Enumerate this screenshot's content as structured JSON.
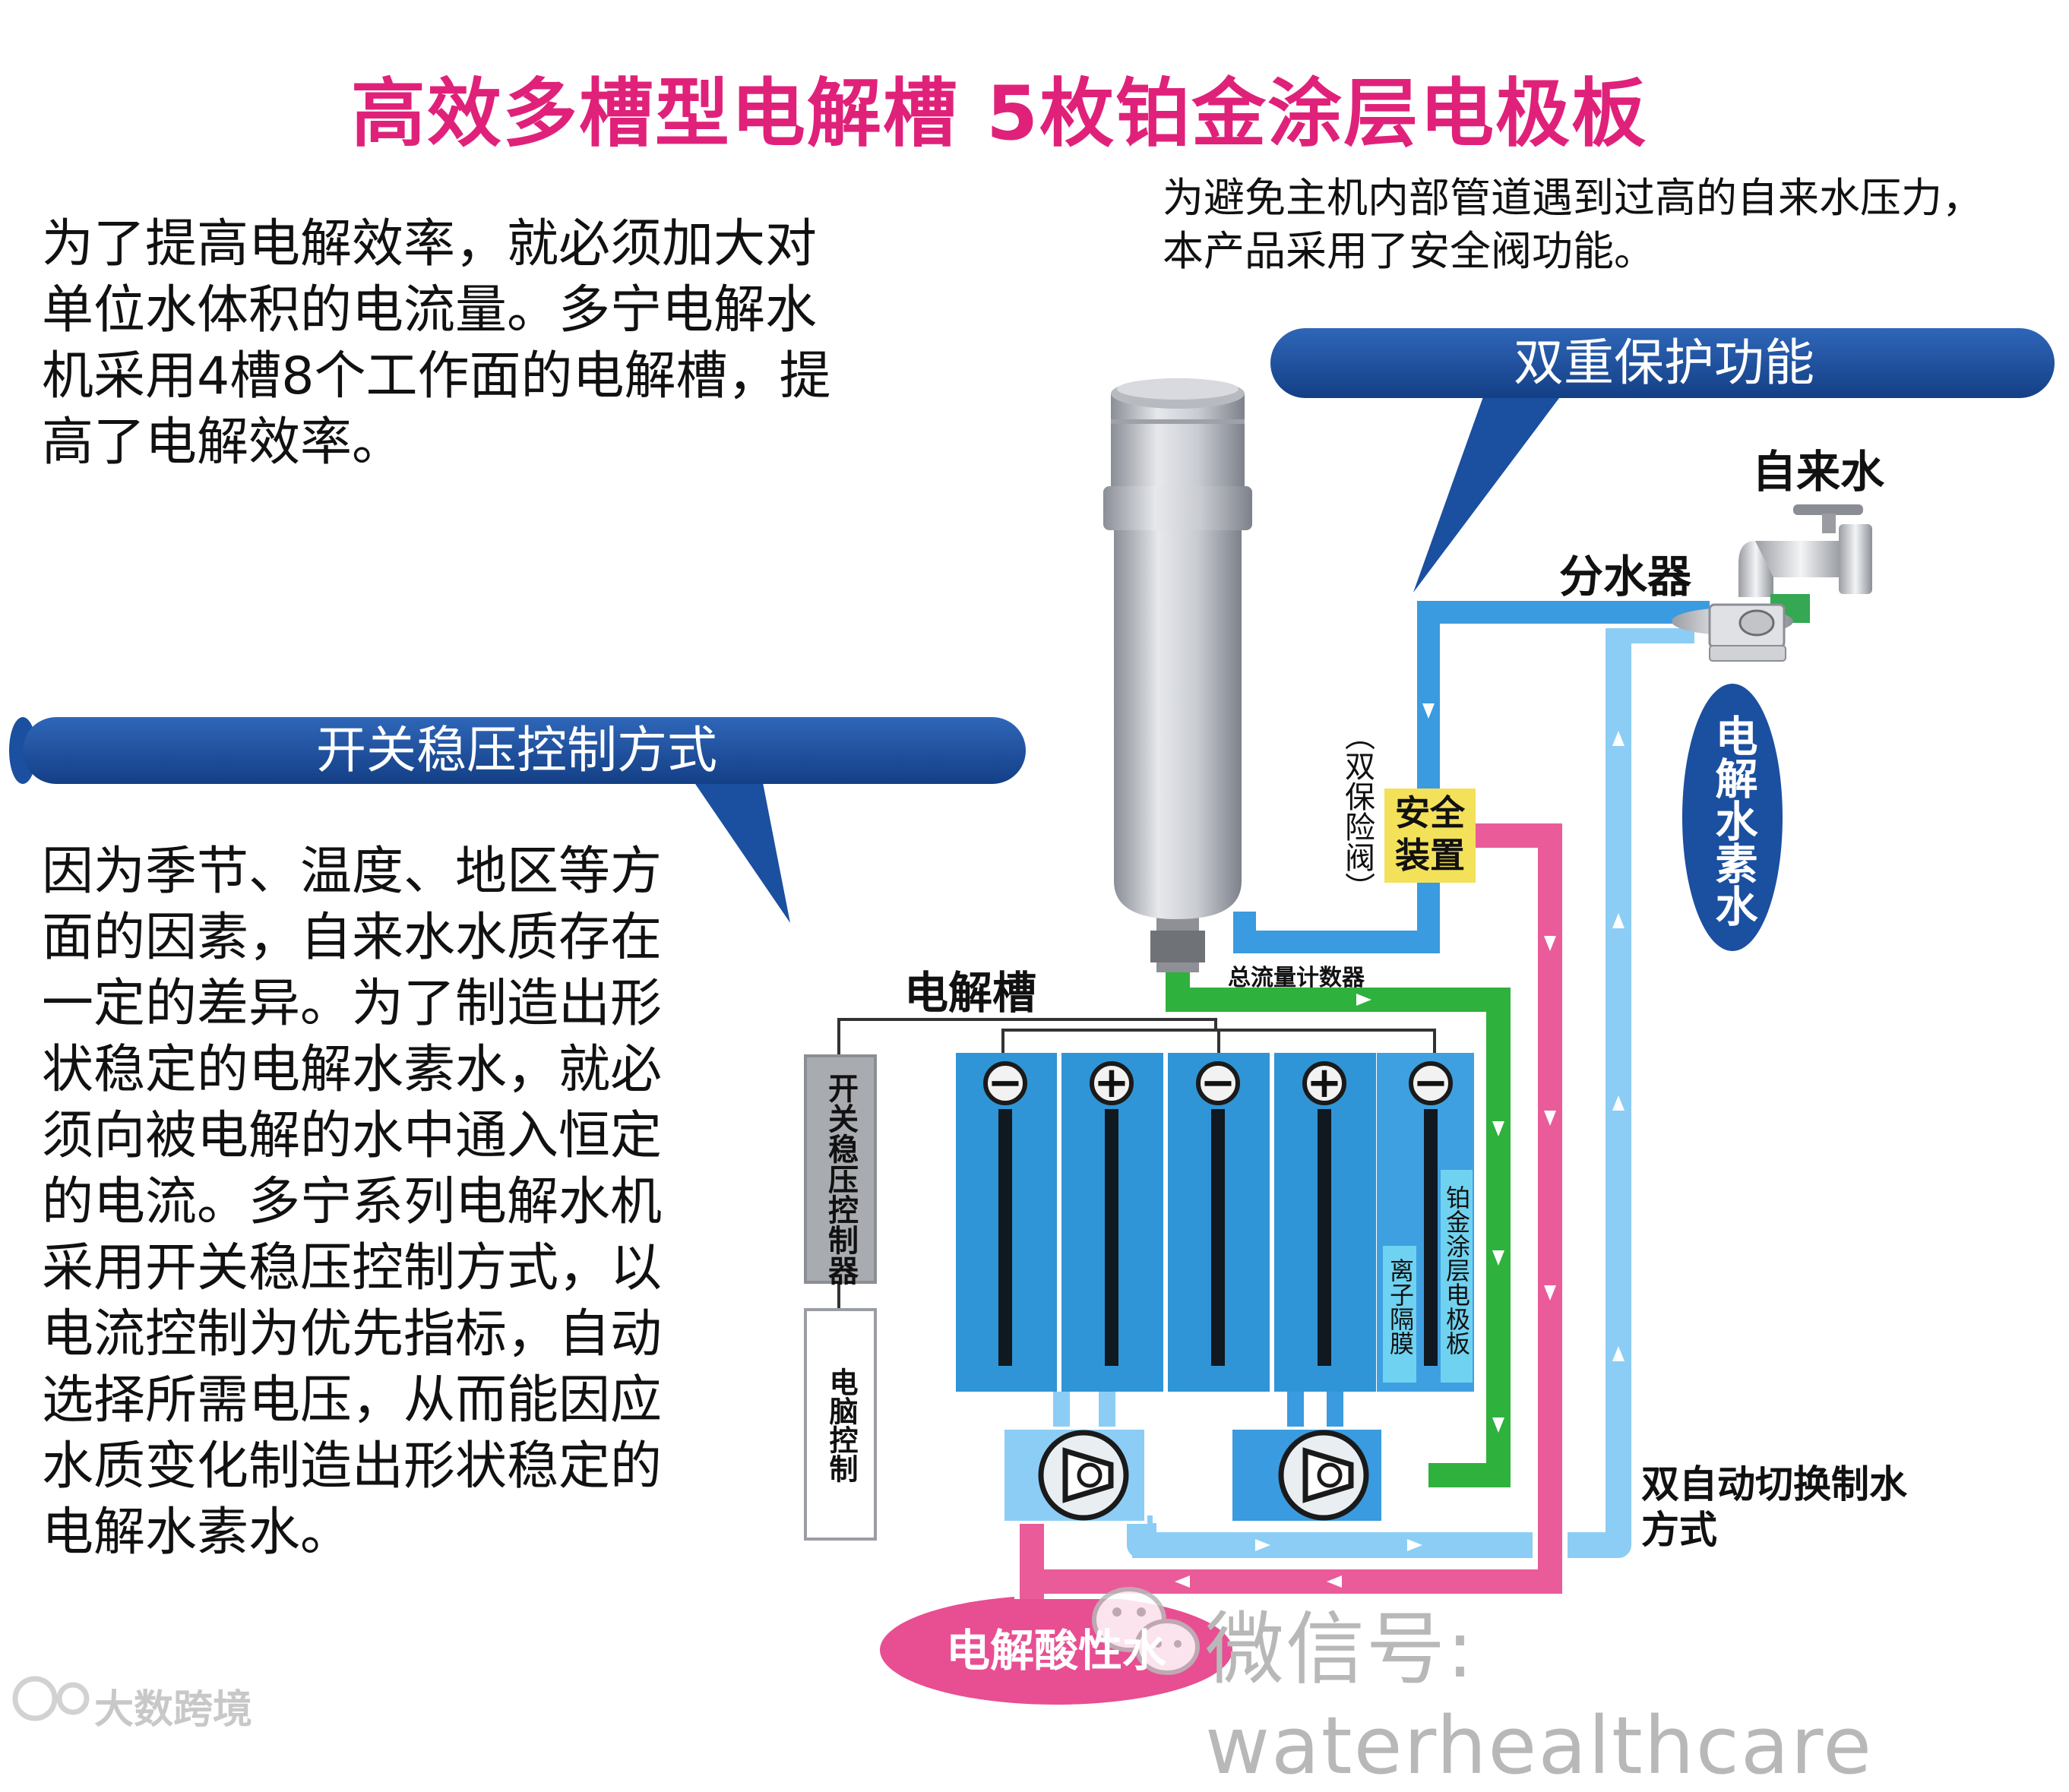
{
  "title": "高效多槽型电解槽  5枚铂金涂层电极板",
  "intro_text": [
    "为了提高电解效率，就必须加大对",
    "单位水体积的电流量。多宁电解水",
    "机采用4槽8个工作面的电解槽，提",
    "高了电解效率。"
  ],
  "safety_note": [
    "为避免主机内部管道遇到过高的自来水压力，",
    "本产品采用了安全阀功能。"
  ],
  "banner_switch": "开关稳压控制方式",
  "banner_protection": "双重保护功能",
  "body_text": [
    "因为季节、温度、地区等方",
    "面的因素，自来水水质存在",
    "一定的差异。为了制造出形",
    "状稳定的电解水素水，就必",
    "须向被电解的水中通入恒定",
    "的电流。多宁系列电解水机",
    "采用开关稳压控制方式，以",
    "电流控制为优先指标，自动",
    "选择所需电压，从而能因应",
    "水质变化制造出形状稳定的",
    "电解水素水。"
  ],
  "labels": {
    "tap_water": "自来水",
    "diverter": "分水器",
    "electrolysis_tank": "电解槽",
    "total_flow_meter": "总流量计数器",
    "safety_device": "安全装置",
    "double_safety_valve": "（双保险阀）",
    "switch_regulator": "开关稳压控制器",
    "computer_control": "电脑控制",
    "platinum_plate": "铂金涂层电极板",
    "ion_membrane": "离子隔膜",
    "hydrogen_water": "电解水素水",
    "acid_water": "电解酸性水",
    "dual_switch": [
      "双自动切换制水",
      "方式"
    ]
  },
  "electrode_signs": [
    "−",
    "+",
    "−",
    "+",
    "−"
  ],
  "watermark_wechat": "微信号: waterhealthcare",
  "watermark_corner": "大数跨境",
  "colors": {
    "title": "#e0217a",
    "banner": "#1b4fa0",
    "pipe_blue": "#3a9be0",
    "pipe_lightblue": "#8ccdf5",
    "pipe_green": "#2fb13d",
    "pipe_pink": "#ea5b9a",
    "cell_blue": "#2f95d6",
    "safety_yellow": "#f4e15a"
  }
}
